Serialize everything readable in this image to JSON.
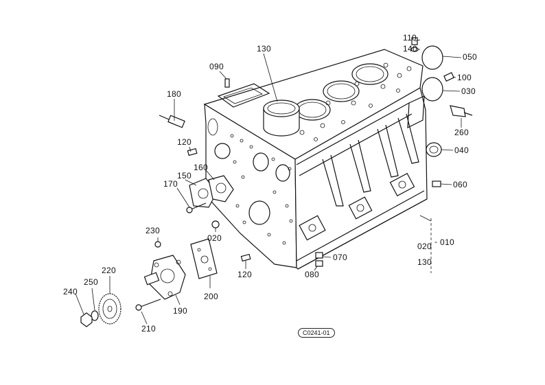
{
  "labels": {
    "p110": "110",
    "p140": "140",
    "p050": "050",
    "p130_top": "130",
    "p090": "090",
    "p100": "100",
    "p030": "030",
    "p180": "180",
    "p260": "260",
    "p120_left": "120",
    "p040": "040",
    "p150": "150",
    "p160": "160",
    "p170": "170",
    "p060": "060",
    "p230": "230",
    "p020_mid": "020",
    "p020_right": "020",
    "p010": "010",
    "p130_right": "130",
    "p070": "070",
    "p120_bottom": "120",
    "p080": "080",
    "p220": "220",
    "p250": "250",
    "p240": "240",
    "p200": "200",
    "p190": "190",
    "p210": "210"
  },
  "dash": "-",
  "reference_code": "C0241-01"
}
